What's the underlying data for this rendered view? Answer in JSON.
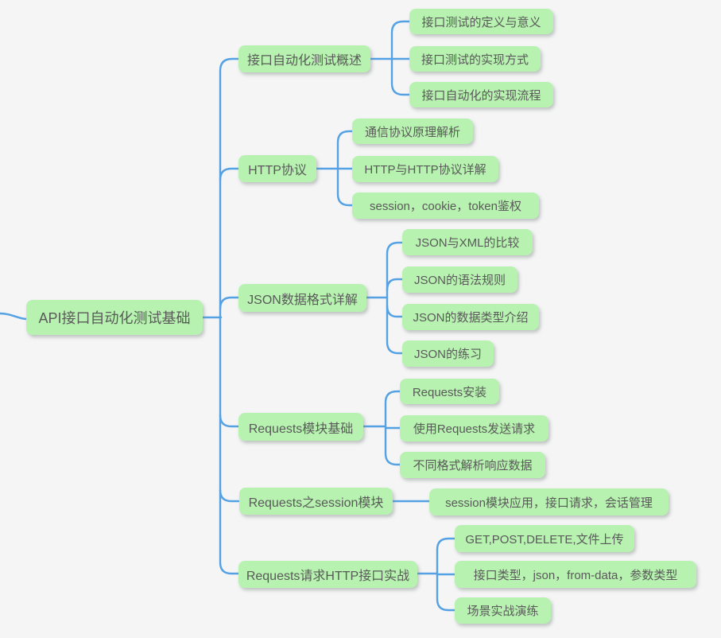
{
  "theme": {
    "background": "#f5f5f6",
    "node_fill": "#b7f2b0",
    "connector_color": "#54a1e3",
    "text_color": "#595959"
  },
  "mindmap": {
    "root": {
      "label": "API接口自动化测试基础"
    },
    "branches": [
      {
        "label": "接口自动化测试概述",
        "children": [
          "接口测试的定义与意义",
          "接口测试的实现方式",
          "接口自动化的实现流程"
        ]
      },
      {
        "label": "HTTP协议",
        "children": [
          "通信协议原理解析",
          "HTTP与HTTP协议详解",
          "session，cookie，token鉴权"
        ]
      },
      {
        "label": "JSON数据格式详解",
        "children": [
          "JSON与XML的比较",
          "JSON的语法规则",
          "JSON的数据类型介绍",
          "JSON的练习"
        ]
      },
      {
        "label": "Requests模块基础",
        "children": [
          "Requests安装",
          "使用Requests发送请求",
          "不同格式解析响应数据"
        ]
      },
      {
        "label": "Requests之session模块",
        "children": [
          "session模块应用，接口请求，会话管理"
        ]
      },
      {
        "label": "Requests请求HTTP接口实战",
        "children": [
          "GET,POST,DELETE,文件上传",
          "接口类型，json，from-data，参数类型",
          "场景实战演练"
        ]
      }
    ]
  }
}
